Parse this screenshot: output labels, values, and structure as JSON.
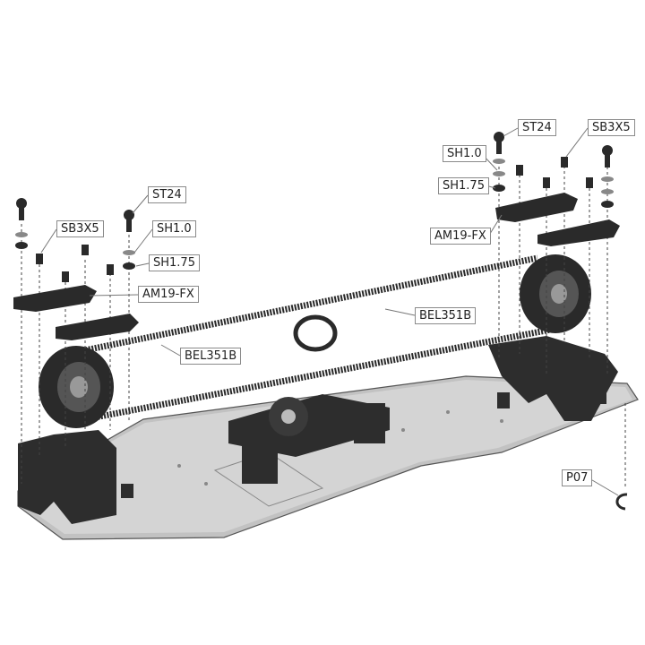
{
  "labels": {
    "st24_right": "ST24",
    "sb3x5_right": "SB3X5",
    "sh10_right": "SH1.0",
    "sh175_right": "SH1.75",
    "am19fx_right": "AM19-FX",
    "st24_left": "ST24",
    "sb3x5_left": "SB3X5",
    "sh10_left": "SH1.0",
    "sh175_left": "SH1.75",
    "am19fx_left": "AM19-FX",
    "bel351b_top": "BEL351B",
    "bel351b_left": "BEL351B",
    "p07": "P07"
  },
  "colors": {
    "part": "#2b2b2b",
    "plate": "#b9b9b9",
    "plate_edge": "#555555",
    "leader": "#777777"
  }
}
